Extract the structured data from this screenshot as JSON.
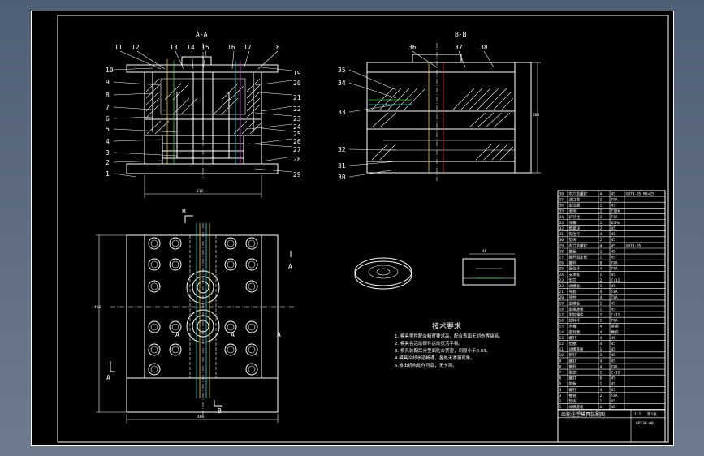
{
  "sheet": {
    "background": "#000000",
    "frame_color": "#ffffff"
  },
  "section_titles": {
    "view_a": "A-A",
    "view_b": "B-B"
  },
  "left_labels": [
    "11",
    "12",
    "10",
    "9",
    "8",
    "7",
    "6",
    "5",
    "4",
    "3",
    "2",
    "1"
  ],
  "top_labels": [
    "13",
    "14",
    "15",
    "16",
    "17",
    "18"
  ],
  "right_labels": [
    "19",
    "20",
    "21",
    "22",
    "23",
    "24",
    "25",
    "26",
    "27",
    "28",
    "29"
  ],
  "view_b_top_labels": [
    "36",
    "37",
    "38"
  ],
  "view_b_left_labels": [
    "35",
    "34",
    "33",
    "32",
    "31",
    "30"
  ],
  "dimensions": {
    "width_a": "215",
    "height_b": "280",
    "plan_height": "450",
    "plan_width": "400",
    "detail_w": "40"
  },
  "plan_marks": {
    "b_top": "B",
    "b_bottom": "B",
    "a_left": "A",
    "a_right": "A",
    "a_side": "A",
    "a_center_l": "A",
    "a_center_r": "A"
  },
  "tech": {
    "title": "技术要求",
    "lines": [
      "1.   模具零件配合精度要求高，配合表面无划伤等缺陷。",
      "2. 模具各活动部件运动灵活平稳。",
      "3. 模具装配后分型面贴合紧密，间隙小于0.03。",
      "4.模具冷却水道畅通，各处无渗漏现象。",
      "5.推出机构动作可靠，无卡滞。"
    ]
  },
  "bom": {
    "rows": [
      {
        "no": "38",
        "name": "内六角螺钉",
        "qty": "4",
        "mat": "45",
        "note": "GB70-85 M8×25"
      },
      {
        "no": "37",
        "name": "浇口套",
        "qty": "1",
        "mat": "T8A",
        "note": ""
      },
      {
        "no": "36",
        "name": "定位圈",
        "qty": "1",
        "mat": "45",
        "note": ""
      },
      {
        "no": "35",
        "name": "滑块",
        "qty": "2",
        "mat": "T10A",
        "note": ""
      },
      {
        "no": "34",
        "name": "斜导柱",
        "qty": "2",
        "mat": "T8A",
        "note": ""
      },
      {
        "no": "33",
        "name": "弹簧",
        "qty": "2",
        "mat": "65Mn",
        "note": ""
      },
      {
        "no": "32",
        "name": "楔紧块",
        "qty": "2",
        "mat": "45",
        "note": ""
      },
      {
        "no": "31",
        "name": "限位钉",
        "qty": "4",
        "mat": "45",
        "note": ""
      },
      {
        "no": "30",
        "name": "垫块",
        "qty": "2",
        "mat": "45",
        "note": ""
      },
      {
        "no": "29",
        "name": "内六角螺钉",
        "qty": "4",
        "mat": "45",
        "note": "GB70-85"
      },
      {
        "no": "28",
        "name": "推板",
        "qty": "1",
        "mat": "45",
        "note": ""
      },
      {
        "no": "27",
        "name": "推杆固定板",
        "qty": "1",
        "mat": "45",
        "note": ""
      },
      {
        "no": "26",
        "name": "推杆",
        "qty": "8",
        "mat": "T8A",
        "note": ""
      },
      {
        "no": "25",
        "name": "复位杆",
        "qty": "4",
        "mat": "T8A",
        "note": ""
      },
      {
        "no": "24",
        "name": "支承板",
        "qty": "1",
        "mat": "45",
        "note": ""
      },
      {
        "no": "23",
        "name": "型芯",
        "qty": "2",
        "mat": "Cr12",
        "note": ""
      },
      {
        "no": "22",
        "name": "动模板",
        "qty": "1",
        "mat": "45",
        "note": ""
      },
      {
        "no": "21",
        "name": "导套",
        "qty": "4",
        "mat": "T8A",
        "note": ""
      },
      {
        "no": "20",
        "name": "导柱",
        "qty": "4",
        "mat": "T8A",
        "note": ""
      },
      {
        "no": "19",
        "name": "定模板",
        "qty": "1",
        "mat": "45",
        "note": ""
      },
      {
        "no": "18",
        "name": "定模座板",
        "qty": "1",
        "mat": "45",
        "note": ""
      },
      {
        "no": "17",
        "name": "型腔镶件",
        "qty": "2",
        "mat": "Cr12",
        "note": ""
      },
      {
        "no": "16",
        "name": "拉料杆",
        "qty": "1",
        "mat": "T8A",
        "note": ""
      },
      {
        "no": "15",
        "name": "水嘴",
        "qty": "4",
        "mat": "黄铜",
        "note": ""
      },
      {
        "no": "14",
        "name": "密封圈",
        "qty": "4",
        "mat": "橡胶",
        "note": ""
      },
      {
        "no": "13",
        "name": "螺钉",
        "qty": "4",
        "mat": "45",
        "note": ""
      },
      {
        "no": "12",
        "name": "垫圈",
        "qty": "4",
        "mat": "45",
        "note": ""
      },
      {
        "no": "11",
        "name": "动模座板",
        "qty": "1",
        "mat": "45",
        "note": ""
      },
      {
        "no": "10",
        "name": "销钉",
        "qty": "2",
        "mat": "45",
        "note": ""
      },
      {
        "no": "9",
        "name": "螺钉",
        "qty": "4",
        "mat": "45",
        "note": ""
      },
      {
        "no": "8",
        "name": "推杆",
        "qty": "4",
        "mat": "T8A",
        "note": ""
      },
      {
        "no": "7",
        "name": "型芯",
        "qty": "1",
        "mat": "Cr12",
        "note": ""
      },
      {
        "no": "6",
        "name": "螺钉",
        "qty": "6",
        "mat": "45",
        "note": ""
      },
      {
        "no": "5",
        "name": "垫板",
        "qty": "1",
        "mat": "45",
        "note": ""
      },
      {
        "no": "4",
        "name": "螺钉",
        "qty": "4",
        "mat": "45",
        "note": ""
      },
      {
        "no": "3",
        "name": "推管",
        "qty": "2",
        "mat": "T8A",
        "note": ""
      },
      {
        "no": "2",
        "name": "垫块",
        "qty": "2",
        "mat": "45",
        "note": ""
      },
      {
        "no": "1",
        "name": "动模座板",
        "qty": "1",
        "mat": "45",
        "note": ""
      }
    ],
    "title_block": {
      "drawing_name": "齿轮注塑模具装配图",
      "drawing_no": "GP138-00",
      "scale": "1:2",
      "sheet": "第1张"
    }
  }
}
